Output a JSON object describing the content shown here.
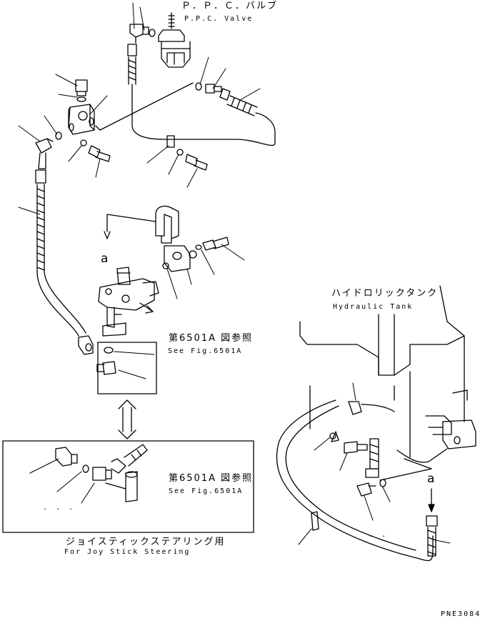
{
  "labels": {
    "ppc_valve_jp": "Ｐ．Ｐ．Ｃ．バルブ",
    "ppc_valve_en": "P.P.C. Valve",
    "hydraulic_tank_jp": "ハイドロリックタンク",
    "hydraulic_tank_en": "Hydraulic Tank",
    "see_fig_jp_upper": "第6501A 図参照",
    "see_fig_en_upper": "See Fig.6501A",
    "see_fig_jp_lower": "第6501A 図参照",
    "see_fig_en_lower": "See Fig.6501A",
    "joystick_jp": "ジョイスティックステアリング用",
    "joystick_en": "For Joy Stick Steering",
    "callout_a_left": "a",
    "callout_a_right": "a",
    "dots_left": ". . .",
    "dots_right": ". .",
    "drawing_number": "PNE3084"
  },
  "icons": [
    "swap-arrow-icon",
    "callout-arrow-icon"
  ],
  "colors": {
    "ink": "#000000",
    "paper": "#ffffff"
  }
}
